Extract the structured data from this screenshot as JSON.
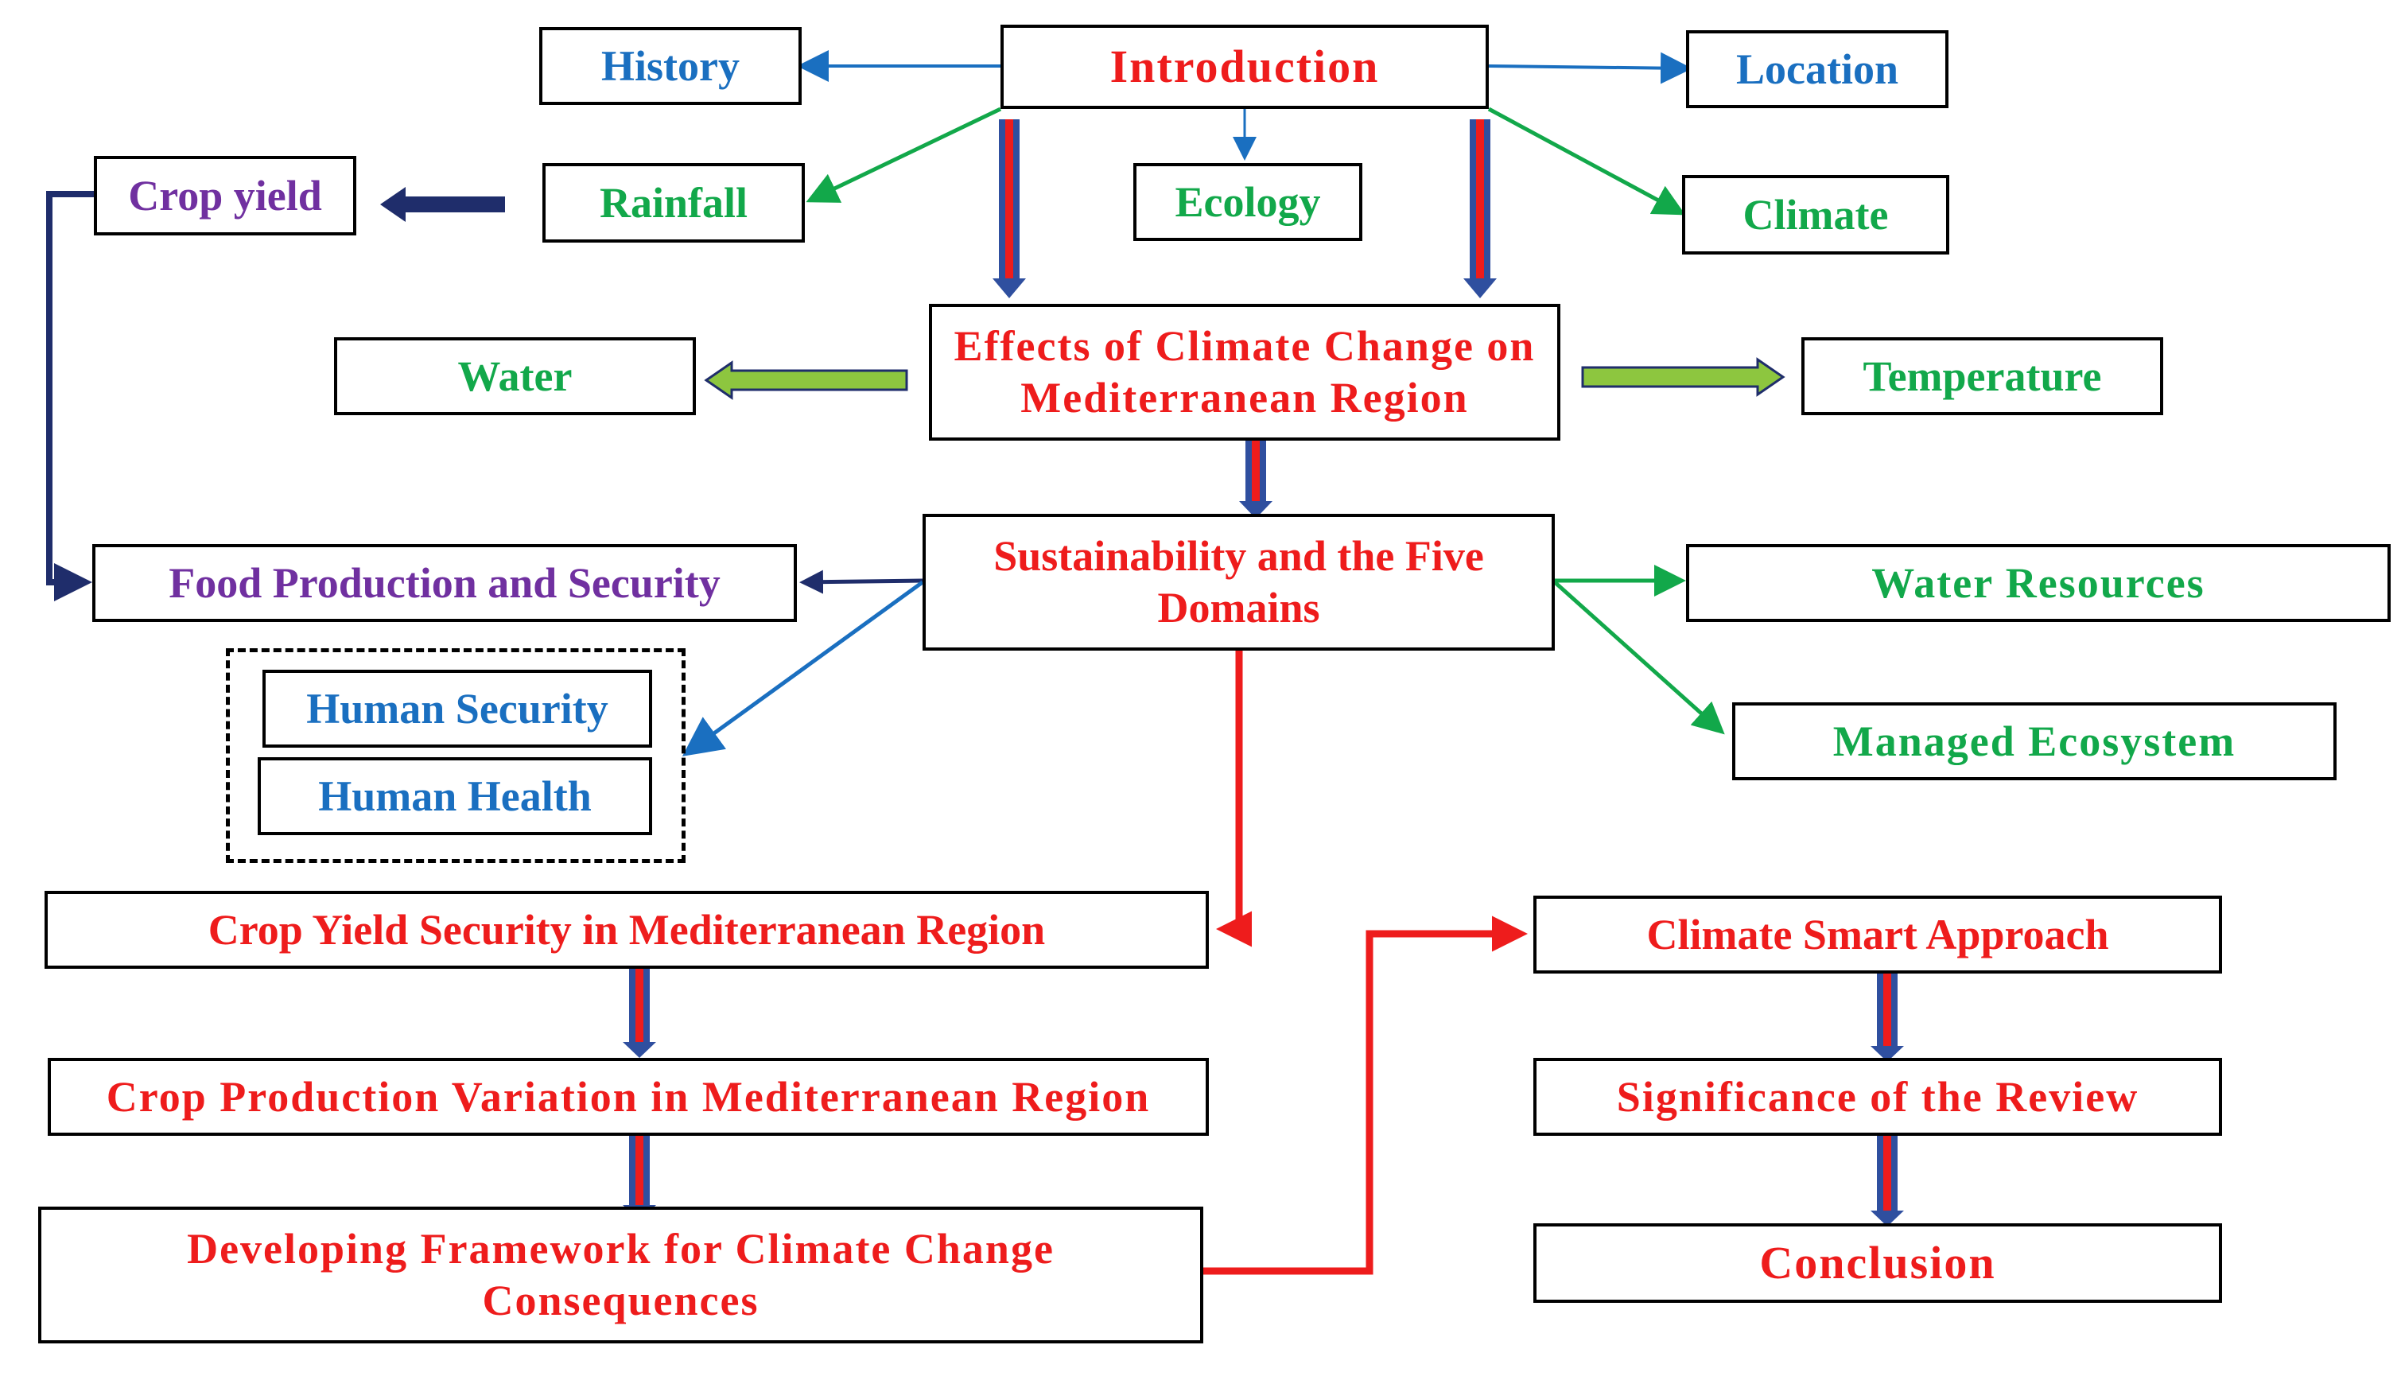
{
  "diagram": {
    "nodes": {
      "introduction": "Introduction",
      "history": "History",
      "location": "Location",
      "rainfall": "Rainfall",
      "ecology": "Ecology",
      "climate": "Climate",
      "crop_yield": "Crop yield",
      "effects": "Effects of Climate Change on Mediterranean Region",
      "water": "Water",
      "temperature": "Temperature",
      "sustainability": "Sustainability and the Five Domains",
      "food_production": "Food Production and Security",
      "water_resources": "Water Resources",
      "human_security": "Human Security",
      "human_health": "Human Health",
      "managed_ecosystem": "Managed Ecosystem",
      "crop_yield_security": "Crop Yield Security in Mediterranean Region",
      "crop_production_variation": "Crop Production Variation in Mediterranean Region",
      "developing_framework": "Developing Framework for Climate Change Consequences",
      "climate_smart": "Climate Smart Approach",
      "significance": "Significance of the Review",
      "conclusion": "Conclusion"
    },
    "colors": {
      "red": "#ee1c1c",
      "blue": "#1a6fc0",
      "green": "#12a84a",
      "purple": "#7030a0",
      "navy": "#1f2d6b",
      "block_arrow_fill": "#2f4f9f",
      "block_arrow_stripe": "#ee1c1c",
      "side_arrow_fill": "#8dc63f"
    }
  }
}
